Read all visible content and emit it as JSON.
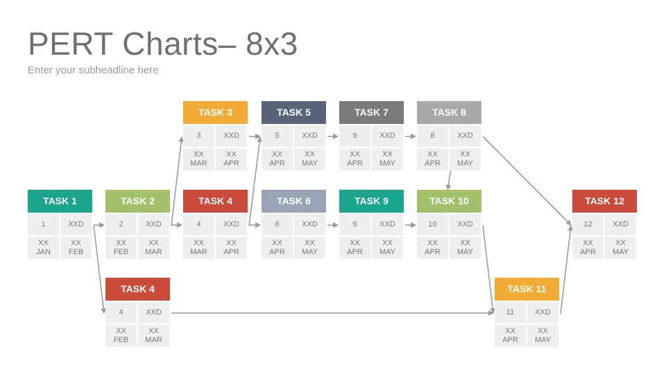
{
  "header": {
    "title": "PERT Charts– 8x3",
    "subtitle": "Enter your subheadline here"
  },
  "tasks": [
    {
      "id": "t1",
      "label": "TASK 1",
      "color": "#1aa58c",
      "number": "1",
      "code": "XXD",
      "c1": [
        "XX",
        "JAN"
      ],
      "c2": [
        "XX",
        "FEB"
      ]
    },
    {
      "id": "t2",
      "label": "TASK 2",
      "color": "#a3c06a",
      "number": "2",
      "code": "XXD",
      "c1": [
        "XX",
        "FEB"
      ],
      "c2": [
        "XX",
        "MAR"
      ]
    },
    {
      "id": "t3",
      "label": "TASK 3",
      "color": "#f2ab34",
      "number": "3",
      "code": "XXD",
      "c1": [
        "XX",
        "MAR"
      ],
      "c2": [
        "XX",
        "APR"
      ]
    },
    {
      "id": "t4a",
      "label": "TASK 4",
      "color": "#cb4b3b",
      "number": "4",
      "code": "XXD",
      "c1": [
        "XX",
        "MAR"
      ],
      "c2": [
        "XX",
        "APR"
      ]
    },
    {
      "id": "t4b",
      "label": "TASK 4",
      "color": "#cb4b3b",
      "number": "4",
      "code": "XXD",
      "c1": [
        "XX",
        "FEB"
      ],
      "c2": [
        "XX",
        "MAR"
      ]
    },
    {
      "id": "t5",
      "label": "TASK 5",
      "color": "#576479",
      "number": "5",
      "code": "XXD",
      "c1": [
        "XX",
        "APR"
      ],
      "c2": [
        "XX",
        "MAY"
      ]
    },
    {
      "id": "t6",
      "label": "TASK 6",
      "color": "#97a4b4",
      "number": "6",
      "code": "XXD",
      "c1": [
        "XX",
        "APR"
      ],
      "c2": [
        "XX",
        "MAY"
      ]
    },
    {
      "id": "t7",
      "label": "TASK 7",
      "color": "#7a7a7a",
      "number": "9",
      "code": "XXD",
      "c1": [
        "XX",
        "APR"
      ],
      "c2": [
        "XX",
        "MAY"
      ]
    },
    {
      "id": "t8",
      "label": "TASK 8",
      "color": "#a8a8a8",
      "number": "8",
      "code": "XXD",
      "c1": [
        "XX",
        "APR"
      ],
      "c2": [
        "XX",
        "MAY"
      ]
    },
    {
      "id": "t9",
      "label": "TASK 9",
      "color": "#1aa58c",
      "number": "9",
      "code": "XXD",
      "c1": [
        "XX",
        "APR"
      ],
      "c2": [
        "XX",
        "MAY"
      ]
    },
    {
      "id": "t10",
      "label": "TASK 10",
      "color": "#a3c06a",
      "number": "10",
      "code": "XXD",
      "c1": [
        "XX",
        "APR"
      ],
      "c2": [
        "XX",
        "MAY"
      ]
    },
    {
      "id": "t11",
      "label": "TASK 11",
      "color": "#f2ab34",
      "number": "11",
      "code": "XXD",
      "c1": [
        "XX",
        "APR"
      ],
      "c2": [
        "XX",
        "MAY"
      ]
    },
    {
      "id": "t12",
      "label": "TASK 12",
      "color": "#cb4b3b",
      "number": "12",
      "code": "XXD",
      "c1": [
        "XX",
        "APR"
      ],
      "c2": [
        "XX",
        "MAY"
      ]
    }
  ],
  "connections": [
    [
      "t1",
      "t2"
    ],
    [
      "t1",
      "t4b"
    ],
    [
      "t2",
      "t3"
    ],
    [
      "t2",
      "t4a"
    ],
    [
      "t3",
      "t5"
    ],
    [
      "t4a",
      "t5"
    ],
    [
      "t4a",
      "t6"
    ],
    [
      "t5",
      "t7"
    ],
    [
      "t7",
      "t8"
    ],
    [
      "t6",
      "t9"
    ],
    [
      "t9",
      "t10"
    ],
    [
      "t8",
      "t10"
    ],
    [
      "t8",
      "t12"
    ],
    [
      "t10",
      "t11"
    ],
    [
      "t4b",
      "t11"
    ],
    [
      "t11",
      "t12"
    ]
  ]
}
